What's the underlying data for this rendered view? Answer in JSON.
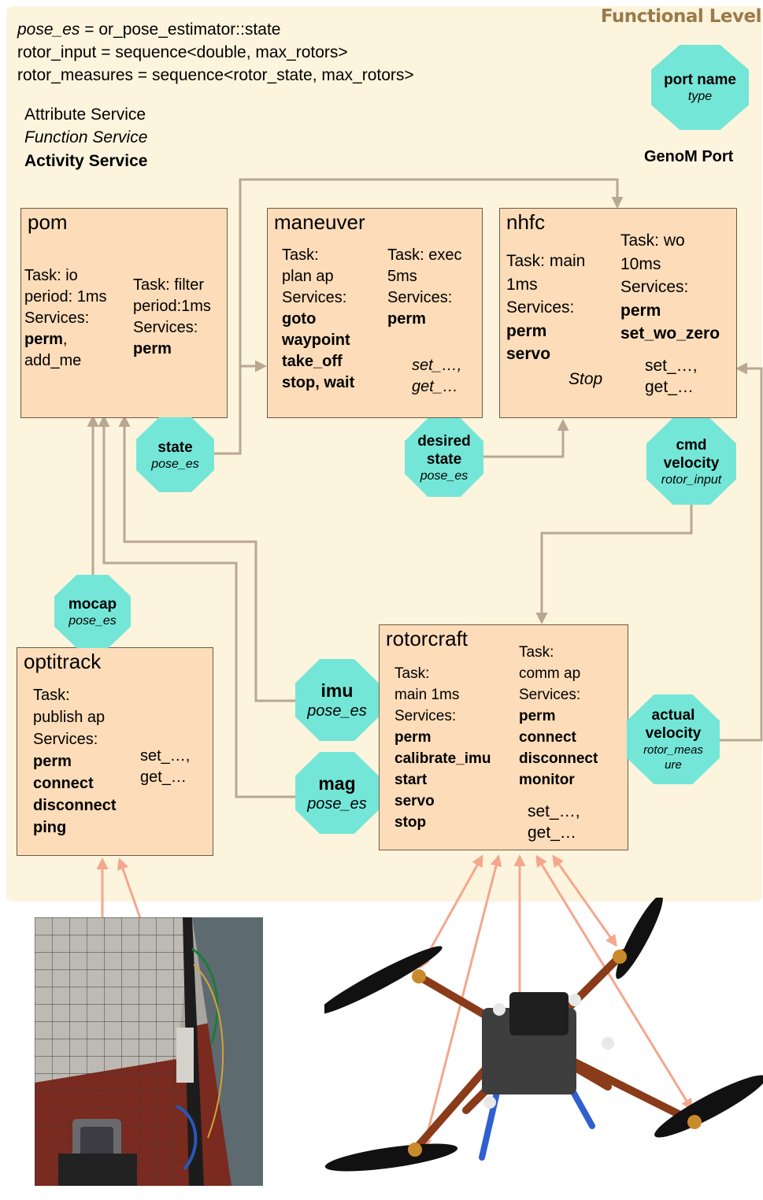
{
  "title": "Functional Level",
  "type_defs": {
    "pose_es_name": "pose_es",
    "pose_es_def": " = or_pose_estimator::state",
    "rotor_input": "rotor_input = sequence<double, max_rotors>",
    "rotor_measures": "rotor_measures = sequence<rotor_state, max_rotors>"
  },
  "legend": {
    "attribute": "Attribute Service",
    "function": "Function Service",
    "activity": "Activity Service",
    "port_name": "port name",
    "port_type": "type",
    "port_caption": "GenoM Port"
  },
  "components": {
    "pom": {
      "name": "pom",
      "io": [
        "Task: io",
        "period: 1ms",
        "Services:"
      ],
      "io_perm": "perm",
      "io_perm_suffix": ",",
      "io_add": "add_me",
      "filter": [
        "Task: filter",
        "period:1ms",
        "Services:"
      ],
      "filter_perm": "perm"
    },
    "maneuver": {
      "name": "maneuver",
      "plan": [
        "Task:",
        "plan ap",
        "Services:"
      ],
      "plan_bold": [
        "goto",
        "waypoint",
        "take_off",
        "stop, wait"
      ],
      "exec": [
        "Task: exec",
        "5ms",
        "Services:"
      ],
      "exec_bold": [
        "perm"
      ],
      "fn": [
        "set_…,",
        "get_…"
      ]
    },
    "nhfc": {
      "name": "nhfc",
      "main": [
        "Task: main",
        "1ms",
        "Services:"
      ],
      "main_bold": [
        "perm",
        "servo"
      ],
      "stop": "Stop",
      "wo": [
        "Task: wo",
        "10ms",
        "Services:"
      ],
      "wo_bold": [
        "perm",
        "set_wo_zero"
      ],
      "attr": [
        "set_…,",
        "get_…"
      ]
    },
    "optitrack": {
      "name": "optitrack",
      "task": [
        "Task:",
        "publish ap",
        "Services:"
      ],
      "task_bold": [
        "perm",
        "connect",
        "disconnect",
        "ping"
      ],
      "attr": [
        "set_…,",
        "get_…"
      ]
    },
    "rotorcraft": {
      "name": "rotorcraft",
      "main": [
        "Task:",
        "main 1ms",
        "Services:"
      ],
      "main_bold": [
        "perm",
        "calibrate_imu",
        "start",
        "servo",
        "stop"
      ],
      "comm": [
        "Task:",
        "comm ap",
        "Services:"
      ],
      "comm_bold": [
        "perm",
        "connect",
        "disconnect",
        "monitor"
      ],
      "attr": [
        "set_…,",
        "get_…"
      ]
    }
  },
  "ports": {
    "state": {
      "name": "state",
      "type": "pose_es"
    },
    "desired": {
      "name1": "desired",
      "name2": "state",
      "type": "pose_es"
    },
    "cmd": {
      "name1": "cmd",
      "name2": "velocity",
      "type": "rotor_input"
    },
    "mocap": {
      "name": "mocap",
      "type": "pose_es"
    },
    "imu": {
      "name": "imu",
      "type": "pose_es"
    },
    "mag": {
      "name": "mag",
      "type": "pose_es"
    },
    "actual": {
      "name1": "actual",
      "name2": "velocity",
      "type1": "rotor_meas",
      "type2": "ure"
    }
  },
  "colors": {
    "background": "#fdf4dd",
    "box": "#fcdcb9",
    "port": "#74e6d8",
    "wire": "#b9a792",
    "sensor_arrow": "#f4a78d",
    "title": "#9a7a4a"
  }
}
